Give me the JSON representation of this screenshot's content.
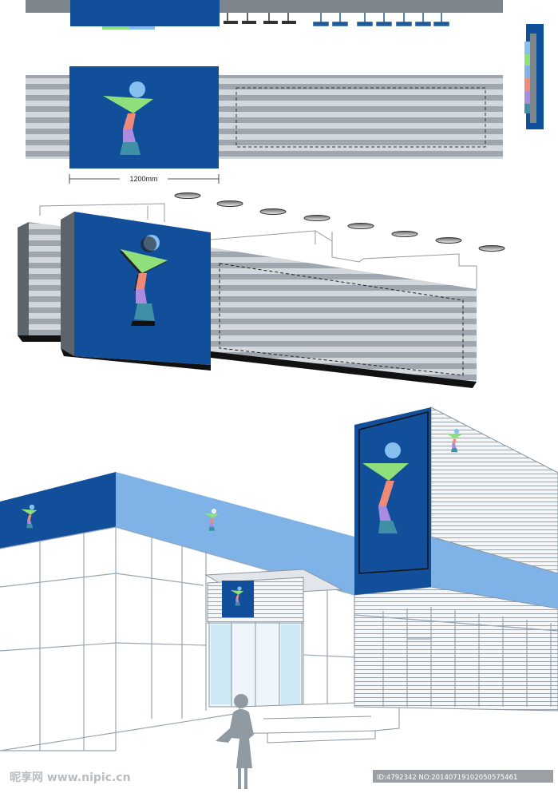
{
  "dimension": {
    "label": "1200mm"
  },
  "watermark": {
    "site": "昵享网 www.nipic.cn",
    "id_text": "ID:4792342 NO:20140719102050575461"
  },
  "colors": {
    "brand_blue": "#124f9b",
    "light_blue": "#7fb3e8",
    "stripe_light": "#d3d8dd",
    "stripe_dark": "#9aa3ab",
    "logo_green": "#8fe07a",
    "logo_head": "#86bff0",
    "logo_salmon": "#f08a78",
    "logo_purple": "#a98be0",
    "logo_teal": "#3f8fa6"
  },
  "icons": [
    "person-logo-icon",
    "downlight-icon",
    "pedestrian-silhouette"
  ]
}
